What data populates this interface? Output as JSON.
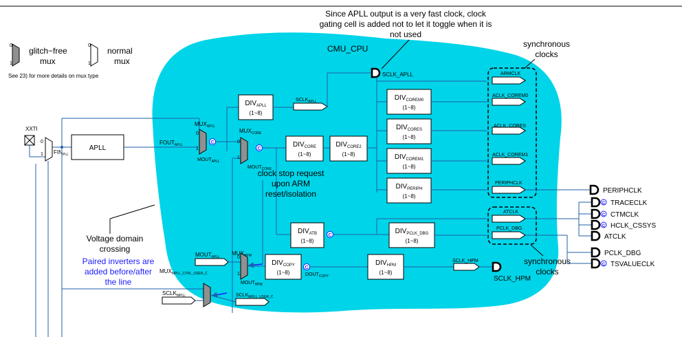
{
  "top_note": [
    "Since APLL output is a very fast clock, clock",
    "gating cell is added not to let it toggle when it is",
    "not used"
  ],
  "cmu_label": "CMU_CPU",
  "legend": {
    "glitch_free": [
      "glitch−free",
      "mux"
    ],
    "normal": [
      "normal",
      "mux"
    ],
    "see_note": "See 23) for more details on mux type"
  },
  "sync_top": [
    "synchronous",
    "clocks"
  ],
  "sync_bottom": [
    "synchronous",
    "clocks"
  ],
  "xxti": "XXTI",
  "apll": "APLL",
  "fin": {
    "main": "FIN",
    "sub": "PLL"
  },
  "fout": {
    "main": "FOUT",
    "sub": "APLL"
  },
  "mux_apll": {
    "main": "MUX",
    "sub": "APLL"
  },
  "mout_apll": {
    "main": "MOUT",
    "sub": "APLL"
  },
  "mux_core": {
    "main": "MUX",
    "sub": "CORE"
  },
  "mout_core": {
    "main": "MOUT",
    "sub": "CORE"
  },
  "div_apll": {
    "main": "DIV",
    "sub": "APLL",
    "range": "(1~8)"
  },
  "sclk_apll_small": {
    "main": "SCLK",
    "sub": "APLL"
  },
  "sclk_apll_gate": "SCLK_APLL",
  "div_core": {
    "main": "DIV",
    "sub": "CORE",
    "range": "(1~8)"
  },
  "div_core2": {
    "main": "DIV",
    "sub": "CORE2",
    "range": "(1~8)"
  },
  "div_corem0": {
    "main": "DIV",
    "sub": "COREM0",
    "range": "(1~8)"
  },
  "div_cores": {
    "main": "DIV",
    "sub": "CORES",
    "range": "(1~8)"
  },
  "div_corem1": {
    "main": "DIV",
    "sub": "COREM1",
    "range": "(1~8)"
  },
  "div_periph": {
    "main": "DIV",
    "sub": "PERIPH",
    "range": "(1~8)"
  },
  "div_atb": {
    "main": "DIV",
    "sub": "ATB",
    "range": "(1~8)"
  },
  "div_pclk_dbg": {
    "main": "DIV",
    "sub": "PCLK_DBG",
    "range": "(1~8)"
  },
  "div_copy": {
    "main": "DIV",
    "sub": "COPY",
    "range": "(1~8)"
  },
  "div_hpm": {
    "main": "DIV",
    "sub": "HPM",
    "range": "(1~8)"
  },
  "dout_copy": {
    "main": "DOUT",
    "sub": "COPY"
  },
  "clock_stop": [
    "clock stop request",
    "upon ARM",
    "reset/isolation"
  ],
  "bufs": {
    "armclk": "ARMCLK",
    "aclk_corem0": "ACLK_COREM0",
    "aclk_cores": "ACLK_CORES",
    "aclk_corem1": "ACLK_COREM1",
    "periphclk": "PERIPHCLK",
    "atclk": "ATCLK",
    "pclk_dbg": "PCLK_DBG",
    "sclk_hpm": "SCLK_HPM"
  },
  "outputs": {
    "periphclk": "PERIPHCLK",
    "traceclk": "TRACECLK",
    "ctmclk": "CTMCLK",
    "hclk_cssys": "HCLK_CSSYS",
    "atclk": "ATCLK",
    "pclk_dbg": "PCLK_DBG",
    "tsvalueclk": "TSVALUECLK",
    "sclk_hpm": "SCLK_HPM"
  },
  "mout_apll2": {
    "main": "MOUT",
    "sub": "APLL"
  },
  "mux_hpm": {
    "main": "MUX",
    "sub": "HPM"
  },
  "mout_hpm": {
    "main": "MOUT",
    "sub": "HPM"
  },
  "mux_mpll": {
    "main": "MUX",
    "sub": "MPLL_CTRL_USER_C"
  },
  "sclk_mpll_in": {
    "main": "SCLK",
    "sub": "MPLL"
  },
  "sclk_mpll_user": {
    "main": "SCLK",
    "sub": "MPLL_USER_C"
  },
  "voltage": [
    "Voltage domain",
    "crossing"
  ],
  "paired": [
    "Paired inverters are",
    "added before/after",
    "the line"
  ],
  "mux_ports": {
    "zero": "0",
    "one": "1"
  },
  "c_glyph": "C",
  "colors": {
    "region": "#00d4e8",
    "wire": "#1f5fa6",
    "blue_text": "#1a1aff",
    "mux_fill": "#909090"
  }
}
